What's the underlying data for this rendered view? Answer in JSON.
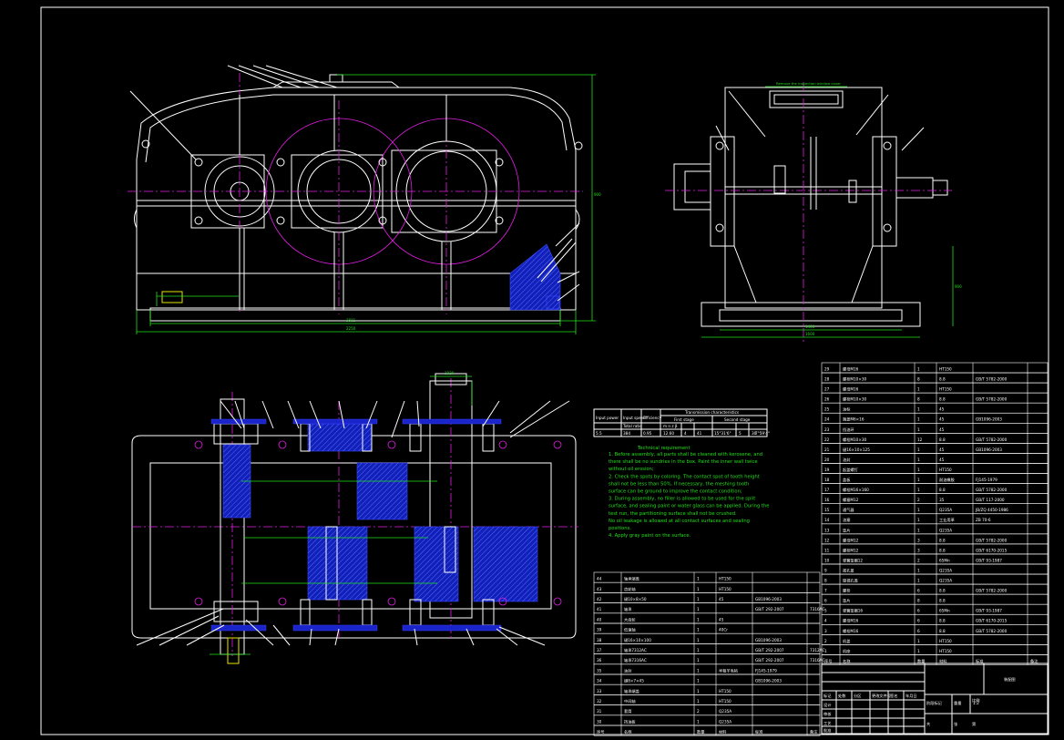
{
  "dimensions": {
    "front_width_1": "1811",
    "front_width_2": "2250",
    "front_height": "900",
    "side_width_1": "1400",
    "side_width_2": "1600",
    "side_height": "900",
    "top_shaft_length": "1020"
  },
  "side_view_title": "Remove the inspection window cover",
  "characteristics": {
    "header_main": "Transmission characteristics",
    "header_first": "First stage",
    "header_second": "Second stage",
    "col_input_power": "Input power",
    "col_input_speed": "Input speed",
    "col_efficiency": "Efficiency",
    "col_total_ratio": "Total ratio",
    "col_params": "m n z β",
    "values": [
      "5.5",
      "384",
      "0.95",
      "12.60",
      "4",
      "41",
      "15°31'6\"",
      "5",
      "30",
      "7°59'4\""
    ]
  },
  "requirements": {
    "title": "Technical requirement",
    "lines": [
      "1. Before assembly, all parts shall be cleaned with kerosene, and",
      "there shall be no sundries in the box. Paint the inner wall twice",
      "without oil erosion;",
      "2. Check the spots by coloring. The contact spot of tooth height",
      "shall not be less than 50%. If necessary, the meshing tooth",
      "surface can be ground to improve the contact condition;",
      "3. During assembly, no filler is allowed to be used for the split",
      "surface, and sealing paint or water glass can be applied. During the",
      "test run, the partitioning surface shall not be crushed.",
      "No oil leakage is allowed at all contact surfaces and sealing",
      "positions.",
      "4. Apply gray paint on the surface."
    ]
  },
  "right_table": {
    "rows": [
      [
        "29",
        "螺母M16",
        "1",
        "HT150",
        "",
        ""
      ],
      [
        "28",
        "螺栓M10×30",
        "8",
        "8.8",
        "GB/T 5782-2000",
        ""
      ],
      [
        "27",
        "螺母M16",
        "1",
        "HT150",
        "",
        ""
      ],
      [
        "26",
        "螺栓M10×30",
        "8",
        "8.8",
        "GB/T 5782-2000",
        ""
      ],
      [
        "25",
        "油标",
        "1",
        "45",
        "",
        ""
      ],
      [
        "24",
        "端盖M6×16",
        "1",
        "45",
        "GB1096-2003",
        ""
      ],
      [
        "23",
        "挡油环",
        "1",
        "45",
        "",
        ""
      ],
      [
        "22",
        "螺栓M10×30",
        "12",
        "8.8",
        "GB/T 5782-2000",
        ""
      ],
      [
        "21",
        "键16×10×125",
        "1",
        "45",
        "GB1096-2003",
        ""
      ],
      [
        "20",
        "油封",
        "1",
        "45",
        "",
        ""
      ],
      [
        "19",
        "起盖螺钉",
        "1",
        "HT150",
        "",
        ""
      ],
      [
        "18",
        "盖板",
        "1",
        "耐油橡胶",
        "FJ145-1979",
        ""
      ],
      [
        "17",
        "螺栓M16×160",
        "1",
        "8.8",
        "GB/T 5782-2000",
        ""
      ],
      [
        "16",
        "螺塞M12",
        "2",
        "35",
        "GB/T 117-2000",
        ""
      ],
      [
        "15",
        "通气器",
        "1",
        "Q235A",
        "JB/ZQ 4450-1986",
        ""
      ],
      [
        "14",
        "油塞",
        "1",
        "工业用革",
        "ZB 70-6",
        ""
      ],
      [
        "13",
        "垫片",
        "1",
        "Q235A",
        "",
        ""
      ],
      [
        "12",
        "螺母M12",
        "3",
        "8.8",
        "GB/T 5782-2000",
        ""
      ],
      [
        "11",
        "螺栓M12",
        "3",
        "8.8",
        "GB/T 6170-2015",
        ""
      ],
      [
        "10",
        "弹簧垫圈12",
        "2",
        "65Mn",
        "GB/T 93-1987",
        ""
      ],
      [
        "9",
        "视孔盖",
        "1",
        "Q235A",
        "",
        ""
      ],
      [
        "8",
        "窥视孔盖",
        "1",
        "Q235A",
        "",
        ""
      ],
      [
        "7",
        "螺栓",
        "6",
        "8.8",
        "GB/T 5782-2000",
        ""
      ],
      [
        "6",
        "垫片",
        "8",
        "8.8",
        "",
        ""
      ],
      [
        "5",
        "弹簧垫圈16",
        "6",
        "65Mn",
        "GB/T 93-1987",
        ""
      ],
      [
        "4",
        "螺母M16",
        "6",
        "8.8",
        "GB/T 6170-2015",
        ""
      ],
      [
        "3",
        "螺栓M16",
        "6",
        "8.8",
        "GB/T 5782-2000",
        ""
      ],
      [
        "2",
        "机盖",
        "1",
        "HT150",
        "",
        ""
      ],
      [
        "1",
        "机座",
        "1",
        "HT150",
        "",
        ""
      ]
    ],
    "header": [
      "序号",
      "名称",
      "数量",
      "材料",
      "标准",
      "备注"
    ]
  },
  "bottom_table": {
    "rows": [
      [
        "44",
        "轴承端盖",
        "1",
        "HT150",
        "",
        ""
      ],
      [
        "43",
        "齿轮轴",
        "1",
        "HT150",
        "",
        ""
      ],
      [
        "42",
        "键10×8×50",
        "1",
        "45",
        "GB1096-2003",
        ""
      ],
      [
        "41",
        "轴承",
        "1",
        "",
        "GB/T 292-2007",
        "7316AC"
      ],
      [
        "40",
        "大齿轮",
        "1",
        "45",
        "",
        ""
      ],
      [
        "39",
        "低速轴",
        "1",
        "40Cr",
        "",
        ""
      ],
      [
        "38",
        "键16×10×100",
        "1",
        "",
        "GB1096-2003",
        ""
      ],
      [
        "37",
        "轴承7312AC",
        "1",
        "",
        "GB/T 292-2007",
        "7312AC"
      ],
      [
        "36",
        "轴承7316AC",
        "1",
        "",
        "GB/T 292-2007",
        "7316AC"
      ],
      [
        "35",
        "油封",
        "1",
        "半粗羊毛毡",
        "FJ145-1979",
        ""
      ],
      [
        "34",
        "键8×7×45",
        "1",
        "",
        "GB1096-2003",
        ""
      ],
      [
        "33",
        "轴承端盖",
        "1",
        "HT150",
        "",
        ""
      ],
      [
        "32",
        "中间轴",
        "1",
        "HT150",
        "",
        ""
      ],
      [
        "31",
        "套筒",
        "2",
        "Q235A",
        "",
        ""
      ],
      [
        "30",
        "挡油板",
        "1",
        "Q235A",
        "",
        ""
      ]
    ],
    "header": [
      "序号",
      "名称",
      "数量",
      "材料",
      "标准",
      "备注"
    ]
  },
  "title_block": {
    "drawing_name": "装配图",
    "labels": [
      "标记",
      "处数",
      "分区",
      "更改文件号",
      "签名",
      "年月日",
      "设计",
      "审核",
      "工艺",
      "批准",
      "阶段标记",
      "重量",
      "比例",
      "共",
      "张",
      "第"
    ],
    "scale": "1:2"
  }
}
